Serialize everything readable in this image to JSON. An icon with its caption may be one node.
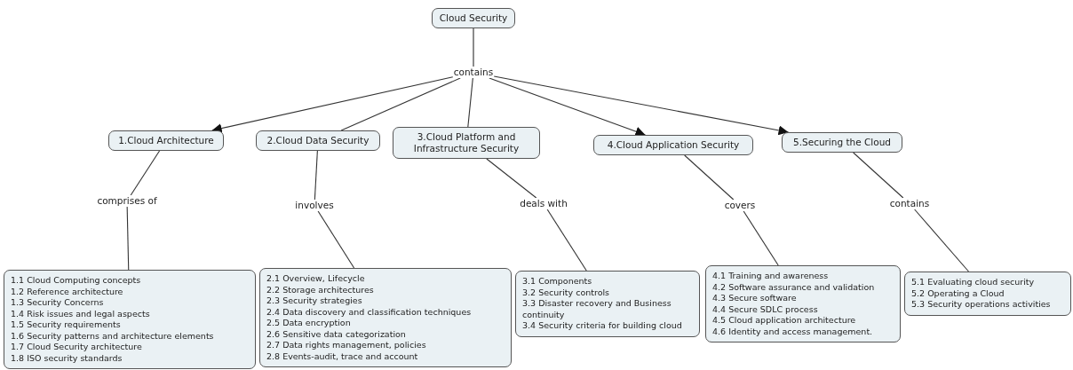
{
  "diagram": {
    "nodes": [
      {
        "text": [
          "Cloud Security"
        ]
      },
      {
        "text": [
          "contains"
        ]
      },
      {
        "text": [
          "1.Cloud Architecture"
        ]
      },
      {
        "text": [
          "2.Cloud Data Security"
        ]
      },
      {
        "text": [
          "3.Cloud Platform and Infrastructure Security"
        ]
      },
      {
        "text": [
          "4.Cloud Application Security"
        ]
      },
      {
        "text": [
          "5.Securing the Cloud"
        ]
      },
      {
        "text": [
          "comprises of"
        ]
      },
      {
        "text": [
          "involves"
        ]
      },
      {
        "text": [
          "deals with"
        ]
      },
      {
        "text": [
          "covers"
        ]
      },
      {
        "text": [
          "contains"
        ]
      },
      {
        "text": [
          "1.1 Cloud Computing concepts",
          "1.2 Reference architecture",
          "1.3 Security Concerns",
          "1.4 Risk issues and legal aspects",
          "1.5 Security requirements",
          "1.6 Security patterns and architecture elements",
          "1.7 Cloud Security architecture",
          "1.8 ISO security standards"
        ]
      },
      {
        "text": [
          "2.1 Overview, Lifecycle",
          "2.2 Storage architectures",
          "2.3 Security strategies",
          "2.4 Data discovery and classification techniques",
          "2.5 Data encryption",
          "2.6 Sensitive data categorization",
          "2.7 Data rights management, policies",
          "2.8 Events-audit, trace and account"
        ]
      },
      {
        "text": [
          "3.1 Components",
          "3.2 Security controls",
          "3.3 Disaster recovery and Business continuity",
          "3.4 Security criteria for building cloud"
        ]
      },
      {
        "text": [
          "4.1 Training and awareness",
          "4.2 Software assurance and validation",
          "4.3 Secure software",
          "4.4 Secure SDLC process",
          "4.5 Cloud application architecture",
          "4.6 Identity and access management."
        ]
      },
      {
        "text": [
          "5.1 Evaluating cloud security",
          "5.2 Operating a Cloud",
          "5.3 Security operations activities"
        ]
      }
    ],
    "edges": [
      {
        "from": 0,
        "to": 1,
        "arrow": "none"
      },
      {
        "from": 1,
        "to": 2,
        "arrow": "to"
      },
      {
        "from": 1,
        "to": 3,
        "arrow": "none"
      },
      {
        "from": 1,
        "to": 4,
        "arrow": "none"
      },
      {
        "from": 1,
        "to": 5,
        "arrow": "to"
      },
      {
        "from": 1,
        "to": 6,
        "arrow": "to"
      },
      {
        "from": 2,
        "to": 7,
        "arrow": "none"
      },
      {
        "from": 7,
        "to": 12,
        "arrow": "none"
      },
      {
        "from": 3,
        "to": 8,
        "arrow": "none"
      },
      {
        "from": 8,
        "to": 13,
        "arrow": "none"
      },
      {
        "from": 4,
        "to": 9,
        "arrow": "none"
      },
      {
        "from": 9,
        "to": 14,
        "arrow": "none"
      },
      {
        "from": 5,
        "to": 10,
        "arrow": "none"
      },
      {
        "from": 10,
        "to": 15,
        "arrow": "none"
      },
      {
        "from": 6,
        "to": 11,
        "arrow": "none"
      },
      {
        "from": 11,
        "to": 16,
        "arrow": "none"
      }
    ]
  }
}
